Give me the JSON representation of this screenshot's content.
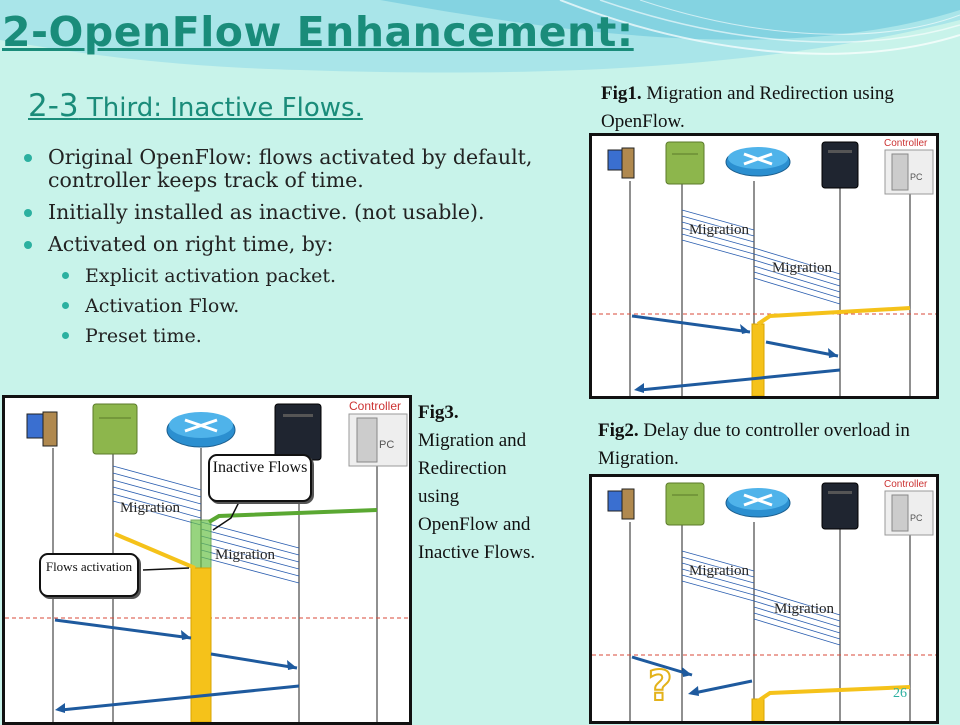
{
  "slide": {
    "title": "2-OpenFlow Enhancement:",
    "subtitle_num": "2-3",
    "subtitle_text": " Third: Inactive Flows.",
    "page_number": "26"
  },
  "bullets": {
    "b1": "Original OpenFlow: flows activated by default, controller keeps track of time.",
    "b2": "Initially installed as inactive. (not usable).",
    "b3": "Activated on right time, by:",
    "s1": "Explicit activation packet.",
    "s2": "Activation Flow.",
    "s3": "Preset time."
  },
  "captions": {
    "fig1_bold": "Fig1.",
    "fig1_text": " Migration and Redirection using OpenFlow.",
    "fig2_bold": "Fig2.",
    "fig2_text": " Delay due to controller overload in Migration.",
    "fig3_bold": "Fig3.",
    "fig3_text": " Migration and Redirection using OpenFlow and Inactive Flows."
  },
  "figures": {
    "migration_label": "Migration",
    "controller_label": "Controller",
    "pc_label": "PC",
    "inactive_flows": "Inactive Flows",
    "flows_activation": "Flows activation",
    "question_mark": "?"
  },
  "colors": {
    "title": "#1a8c7a",
    "accent": "#2bb0a0",
    "flow_blue": "#1e5a9e",
    "flow_yellow": "#f5c21a",
    "flow_green": "#5aa832",
    "timeline_red": "#d94a3a"
  }
}
